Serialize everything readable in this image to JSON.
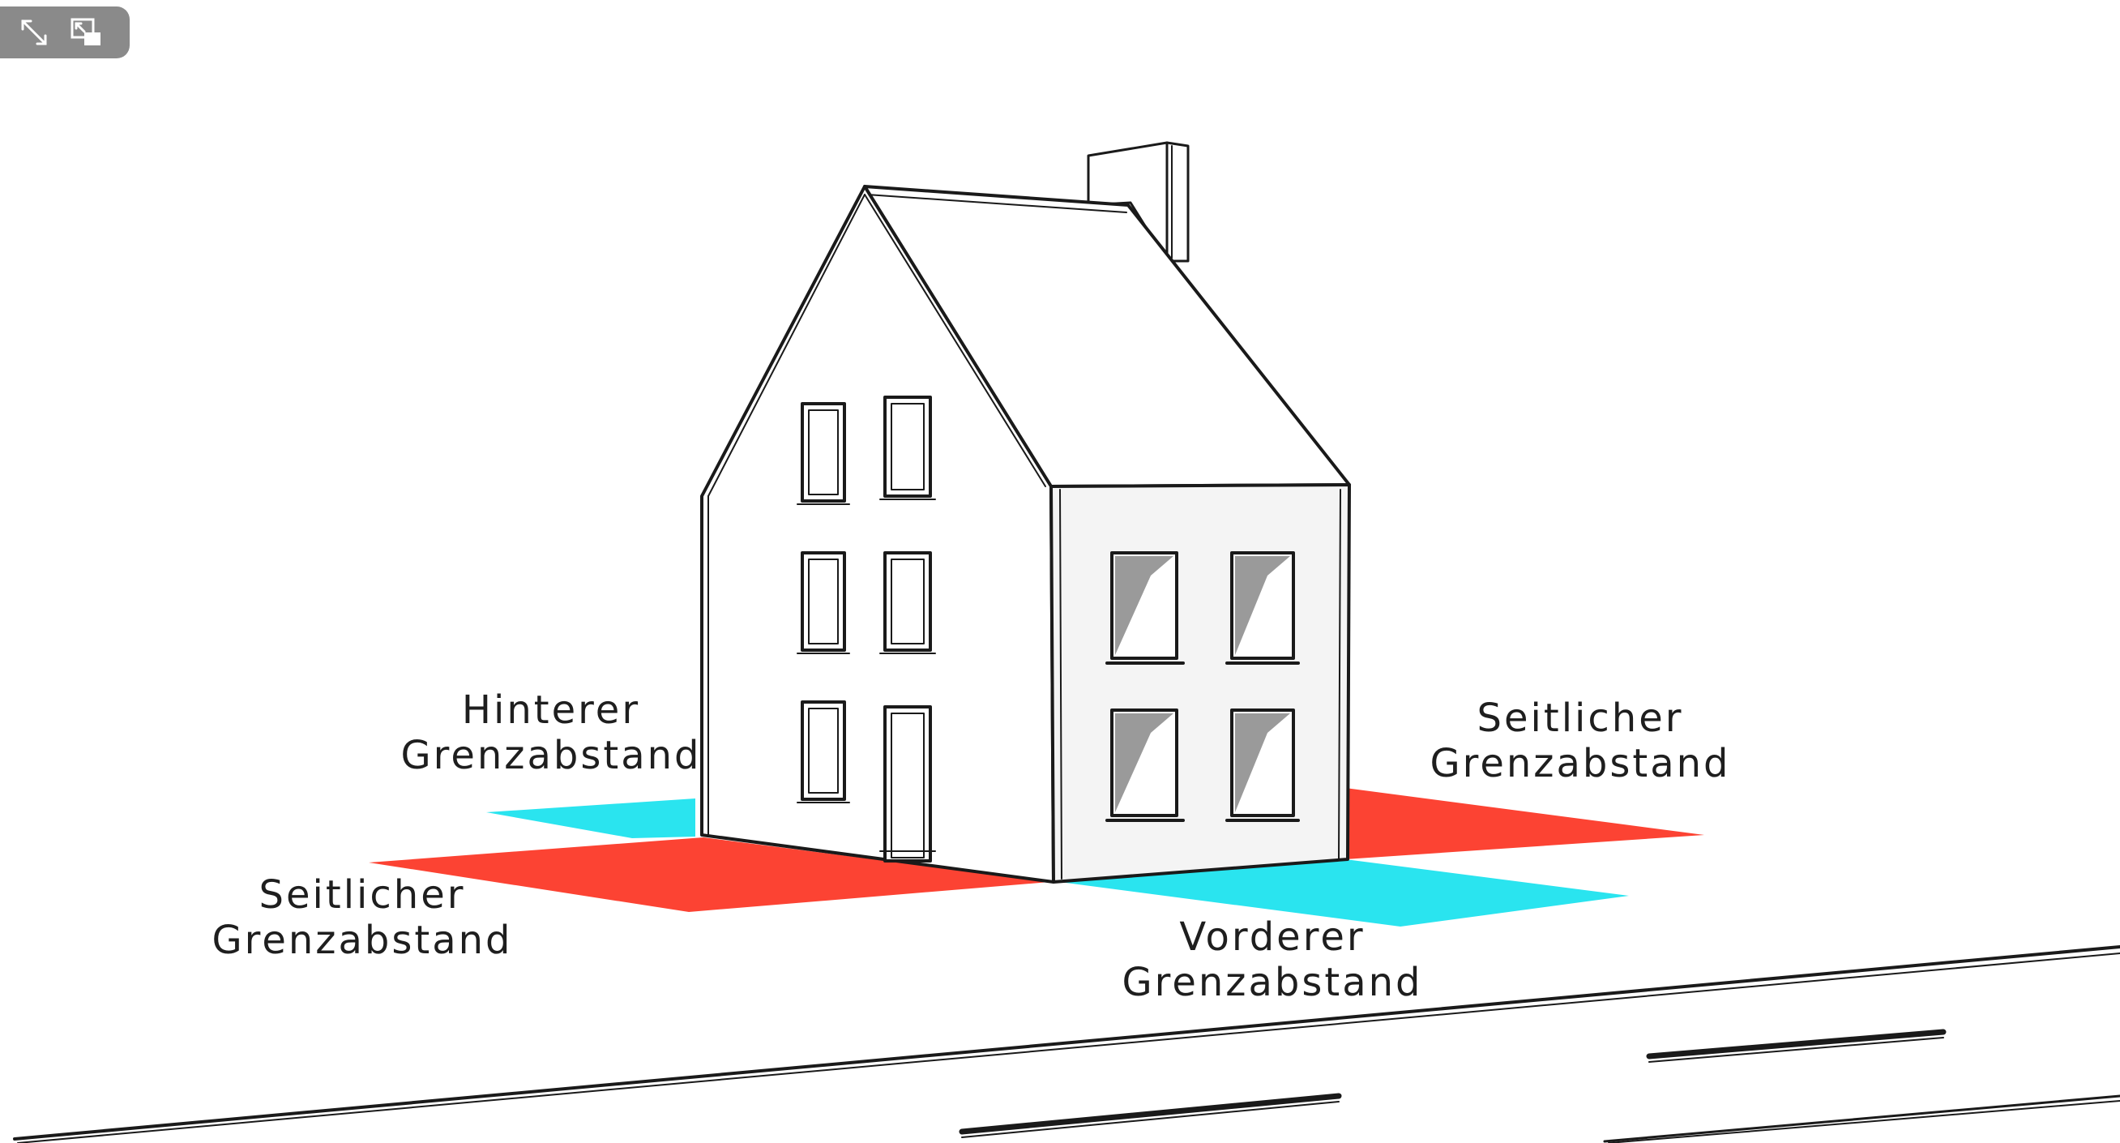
{
  "controls": {
    "expand_icon": "expand-arrows-icon",
    "pip_icon": "picture-in-picture-icon"
  },
  "labels": {
    "back": "Hinterer\nGrenzabstand",
    "side_right": "Seitlicher\nGrenzabstand",
    "side_left": "Seitlicher\nGrenzabstand",
    "front": "Vorderer\nGrenzabstand"
  },
  "colors": {
    "side_setback": "#fc4333",
    "front_back_setback": "#2ae4ef",
    "outline": "#1a1a1a",
    "front_wall": "#f4f4f4",
    "window_shadow": "#9a9a9a"
  }
}
